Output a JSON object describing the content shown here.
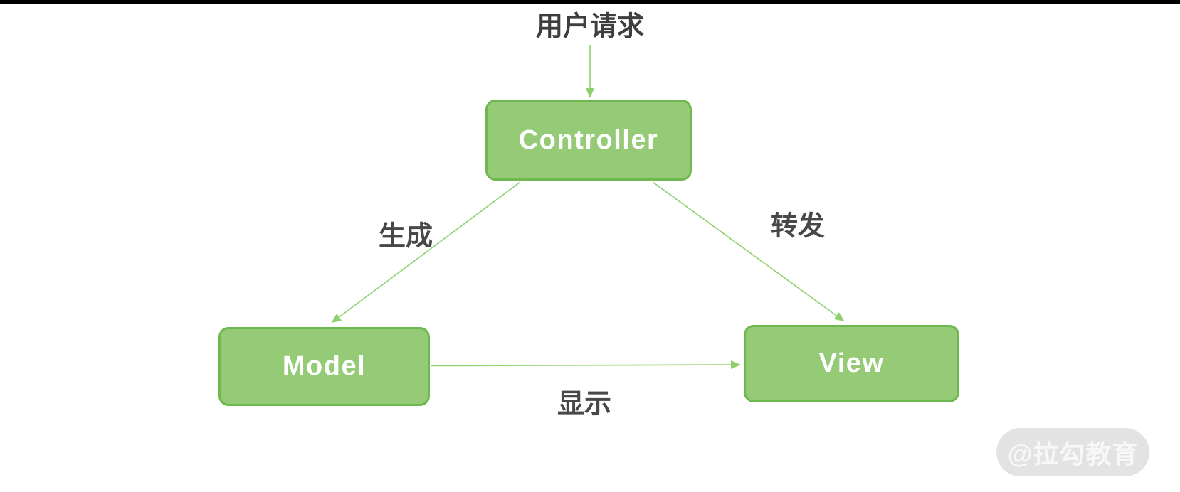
{
  "colors": {
    "node_fill": "#95cb76",
    "node_border": "#6fb84f",
    "connector": "#8fd06e",
    "title_text": "#3e3e3e",
    "label_text": "#484848",
    "node_text": "#ffffff",
    "watermark_bg": "#e3e3e3",
    "watermark_text": "#f8f8f8",
    "top_bar": "#000000"
  },
  "diagram": {
    "type": "mvc-flow-diagram",
    "user_request_label": "用户请求",
    "nodes": {
      "controller": {
        "label": "Controller"
      },
      "model": {
        "label": "Model"
      },
      "view": {
        "label": "View"
      }
    },
    "edges": {
      "user_request_to_controller": {
        "from": "用户请求",
        "to": "Controller",
        "label": ""
      },
      "controller_to_model": {
        "from": "Controller",
        "to": "Model",
        "label": "生成"
      },
      "controller_to_view": {
        "from": "Controller",
        "to": "View",
        "label": "转发"
      },
      "model_to_view": {
        "from": "Model",
        "to": "View",
        "label": "显示"
      }
    },
    "watermark_label": "@拉勾教育"
  }
}
